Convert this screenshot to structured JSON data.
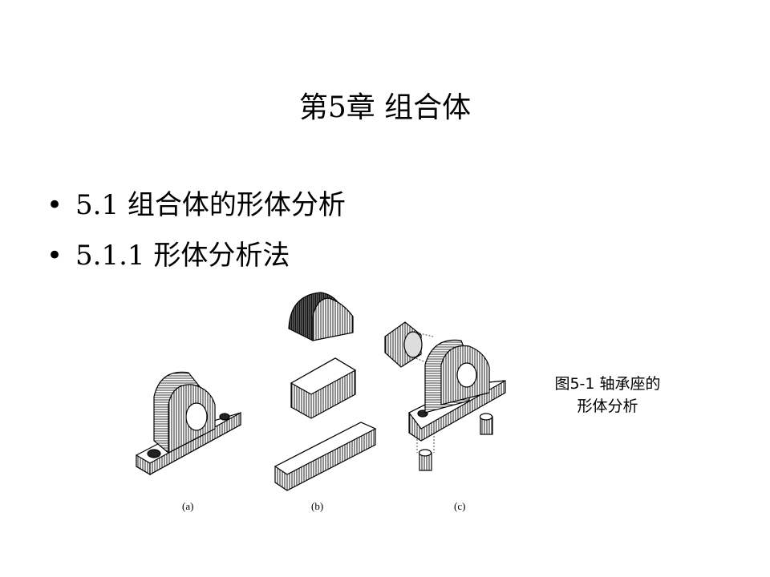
{
  "slide": {
    "title": "第5章  组合体",
    "bullets": [
      {
        "marker": "•",
        "text": "5.1  组合体的形体分析"
      },
      {
        "marker": "•",
        "text": "5.1.1  形体分析法"
      }
    ],
    "figure": {
      "sub_labels": [
        "(a)",
        "(b)",
        "(c)"
      ],
      "caption_line1": "图5-1  轴承座的",
      "caption_line2": "形体分析"
    }
  }
}
